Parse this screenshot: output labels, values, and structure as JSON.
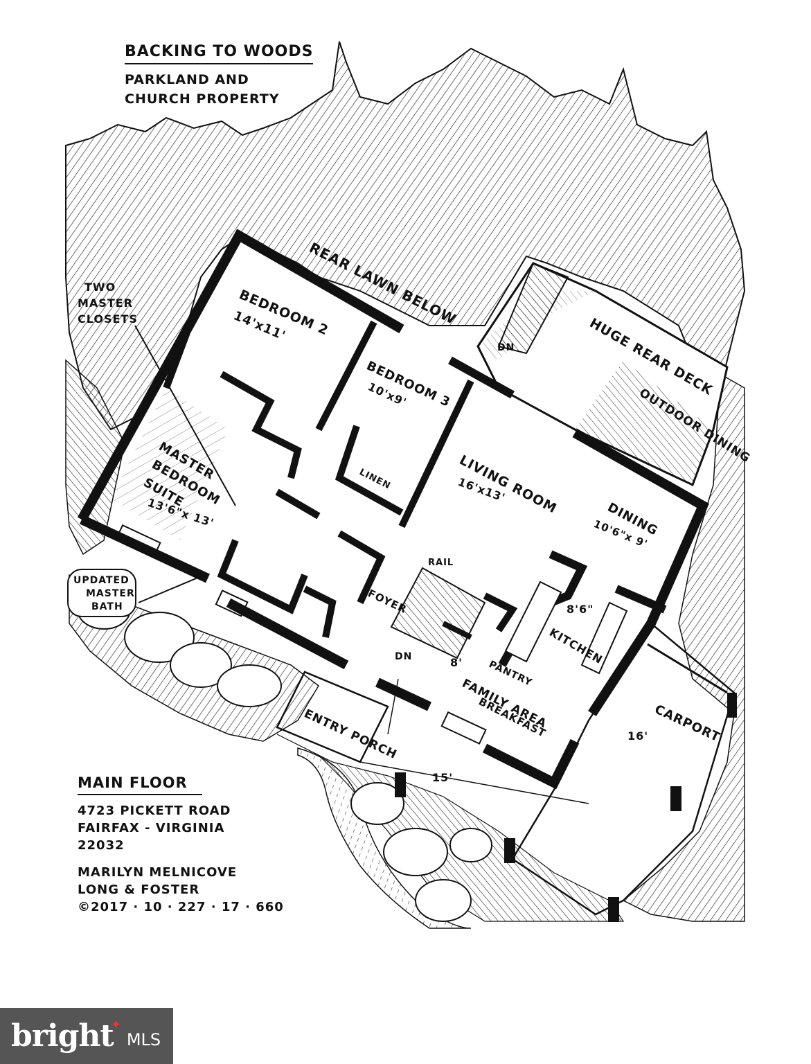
{
  "notes_top": {
    "line1": "BACKING TO WOODS",
    "line2": "PARKLAND AND",
    "line3": "CHURCH PROPERTY"
  },
  "callouts": {
    "closets_1": "TWO",
    "closets_2": "MASTER",
    "closets_3": "CLOSETS",
    "bath_1": "UPDATED",
    "bath_2": "MASTER",
    "bath_3": "BATH"
  },
  "rooms": {
    "rear_lawn": "REAR LAWN BELOW",
    "bedroom2_name": "BEDROOM 2",
    "bedroom2_size": "14'x11'",
    "bedroom3_name": "BEDROOM 3",
    "bedroom3_size": "10'x9'",
    "master_1": "MASTER",
    "master_2": "BEDROOM",
    "master_3": "SUITE",
    "master_size": "13'6\"x 13'",
    "linen": "LINEN",
    "living_name": "LIVING ROOM",
    "living_size": "16'x13'",
    "dining_name": "DINING",
    "dining_size": "10'6\"x 9'",
    "deck": "HUGE REAR DECK",
    "outdoor": "OUTDOOR DINING",
    "dn_deck": "DN",
    "rail": "RAIL",
    "foyer": "FOYER",
    "dn_stairs": "DN",
    "kitchen_dim": "8'6\"",
    "kitchen": "KITCHEN",
    "pantry": "PANTRY",
    "family_dim": "8'",
    "family_1": "FAMILY AREA",
    "family_2": "BREAKFAST",
    "entry": "ENTRY PORCH",
    "entry_dim": "15'",
    "carport": "CARPORT",
    "carport_dim": "16'"
  },
  "notes_bottom": {
    "title": "MAIN FLOOR",
    "addr1": "4723 PICKETT ROAD",
    "addr2": "FAIRFAX - VIRGINIA",
    "addr3": "22032",
    "agent1": "MARILYN MELNICOVE",
    "agent2": "LONG & FOSTER",
    "copyright": "©2017 · 10 · 227 · 17 · 660"
  },
  "watermark": {
    "brand": "bright",
    "suffix": "MLS"
  }
}
